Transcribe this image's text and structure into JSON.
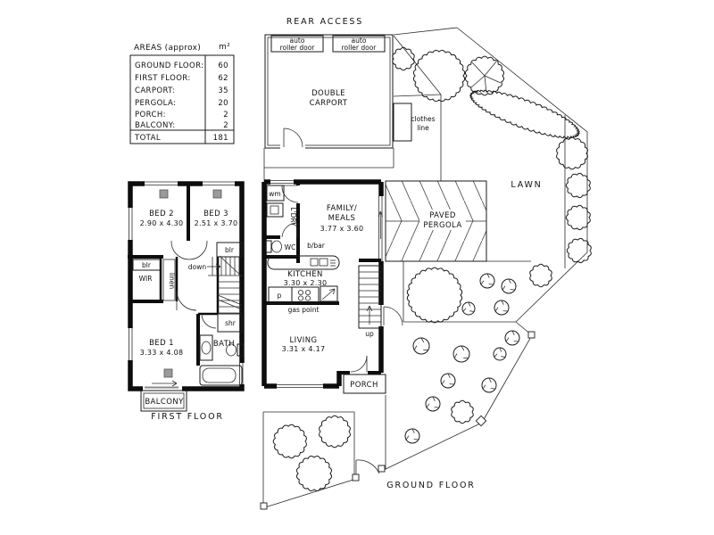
{
  "areas_table": {
    "title": "AREAS (approx)",
    "unit": "m²",
    "rows": [
      {
        "label": "GROUND FLOOR:",
        "value": "60"
      },
      {
        "label": "FIRST FLOOR:",
        "value": "62"
      },
      {
        "label": "CARPORT:",
        "value": "35"
      },
      {
        "label": "PERGOLA:",
        "value": "20"
      },
      {
        "label": "PORCH:",
        "value": "2"
      },
      {
        "label": "BALCONY:",
        "value": "2"
      }
    ],
    "total": {
      "label": "TOTAL",
      "value": "181"
    }
  },
  "site": {
    "rear_access": "REAR ACCESS",
    "roller_door_left": {
      "line1": "auto",
      "line2": "roller door"
    },
    "roller_door_right": {
      "line1": "auto",
      "line2": "roller door"
    },
    "carport": {
      "line1": "DOUBLE",
      "line2": "CARPORT"
    },
    "clothes_line": {
      "line1": "clothes",
      "line2": "line"
    },
    "lawn": "LAWN",
    "pergola": {
      "line1": "PAVED",
      "line2": "PERGOLA"
    },
    "caption_ground": "GROUND FLOOR"
  },
  "ground_floor": {
    "family": {
      "line1": "FAMILY/",
      "line2": "MEALS",
      "dims": "3.77 x 3.60"
    },
    "kitchen": {
      "name": "KITCHEN",
      "dims": "3.30 x 2.30"
    },
    "living": {
      "name": "LIVING",
      "dims": "3.31 x 4.17"
    },
    "porch": "PORCH",
    "wc": "WC",
    "wm": "wm",
    "laundry": "L'DRY",
    "bbar": "b/bar",
    "pantry": "p",
    "gas_point": "gas point",
    "up": "up"
  },
  "first_floor": {
    "bed1": {
      "name": "BED 1",
      "dims": "3.33 x 4.08"
    },
    "bed2": {
      "name": "BED 2",
      "dims": "2.90 x 4.30"
    },
    "bed3": {
      "name": "BED 3",
      "dims": "2.51 x 3.70"
    },
    "bath": "BATH",
    "wir": "WIR",
    "linen": "linen",
    "shr": "shr",
    "down": "down",
    "blr_bed2": "blr",
    "blr_bed3": "blr",
    "balcony": "BALCONY",
    "caption": "FIRST FLOOR"
  }
}
